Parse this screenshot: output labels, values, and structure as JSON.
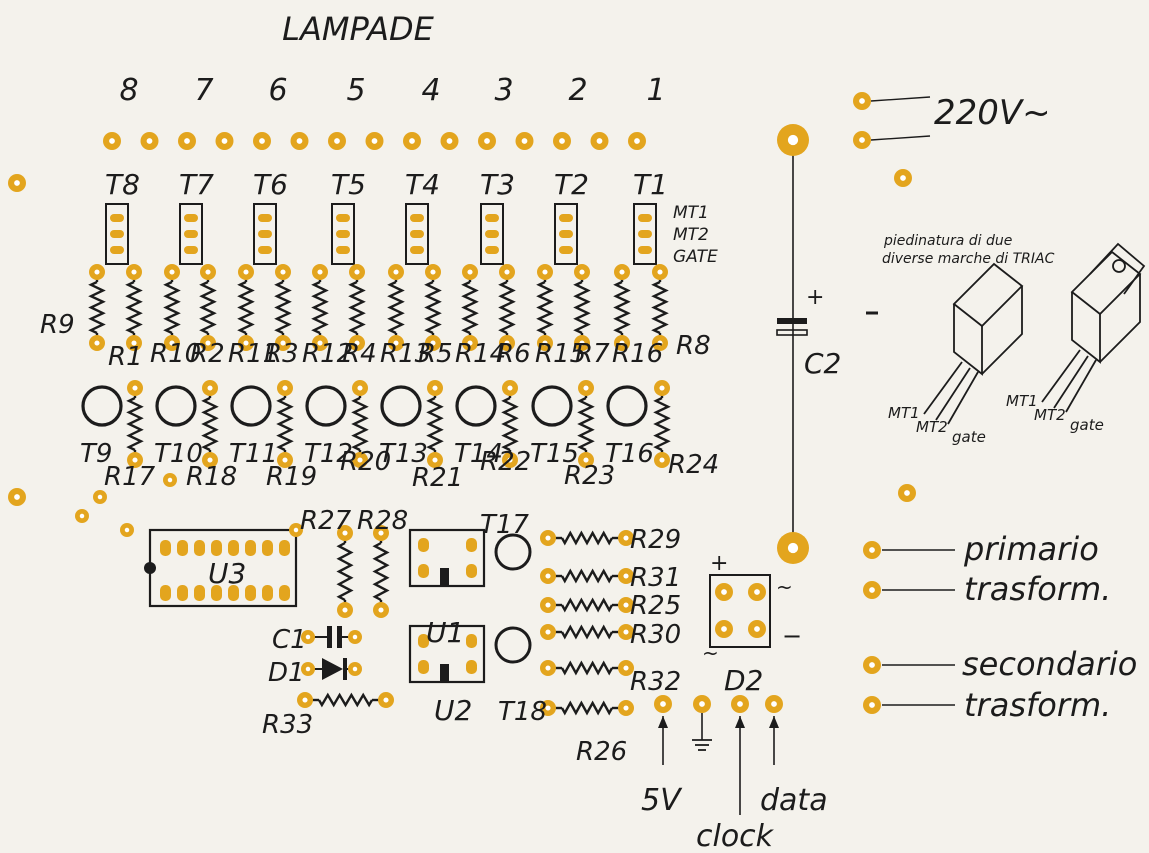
{
  "title": "LAMPADE",
  "lamp_numbers": [
    "8",
    "7",
    "6",
    "5",
    "4",
    "3",
    "2",
    "1"
  ],
  "triacs": [
    "T8",
    "T7",
    "T6",
    "T5",
    "T4",
    "T3",
    "T2",
    "T1"
  ],
  "triac_pins": [
    "MT1",
    "MT2",
    "GATE"
  ],
  "row1_resistors": [
    "R9",
    "R1",
    "R10",
    "R2",
    "R11",
    "R3",
    "R12",
    "R4",
    "R13",
    "R5",
    "R14",
    "R6",
    "R15",
    "R7",
    "R16",
    "R8"
  ],
  "transistors_top": [
    "T9",
    "T10",
    "T11",
    "T12",
    "T13",
    "T14",
    "T15",
    "T16"
  ],
  "row2_resistors": [
    "R17",
    "R18",
    "R19",
    "R20",
    "R21",
    "R22",
    "R23",
    "R24"
  ],
  "lower_parts": {
    "u3": "U3",
    "u1": "U1",
    "u2": "U2",
    "r27": "R27",
    "r28": "R28",
    "t17": "T17",
    "t18": "T18",
    "c1": "C1",
    "d1": "D1",
    "r33": "R33",
    "c2": "C2",
    "d2": "D2",
    "plus": "+",
    "minus": "−",
    "tilde": "~"
  },
  "resistor_column": [
    "R29",
    "R31",
    "R25",
    "R30",
    "R32",
    "R26"
  ],
  "power_label": "220V~",
  "pinout": {
    "title_line1": "piedinatura di due",
    "title_line2": "diverse marche di TRIAC",
    "left": [
      "MT1",
      "MT2",
      "gate"
    ],
    "right": [
      "MT1",
      "MT2",
      "gate"
    ]
  },
  "connectors": {
    "primary_1": "primario",
    "primary_2": "trasform.",
    "secondary_1": "secondario",
    "secondary_2": "trasform."
  },
  "bottom": {
    "v5": "5V",
    "clock": "clock",
    "data": "data"
  },
  "colors": {
    "pad": "#e3a51e",
    "hole": "#ffffff",
    "ink": "#1c1c1c",
    "background": "#f4f2ec"
  }
}
